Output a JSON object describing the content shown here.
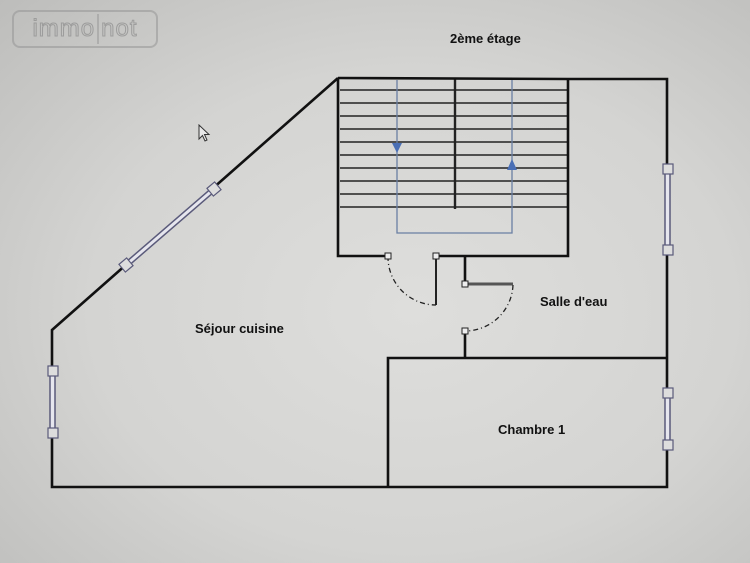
{
  "watermark": {
    "part1": "immo",
    "part2": "not"
  },
  "plan": {
    "title": "2ème étage",
    "rooms": [
      {
        "id": "sejour",
        "label": "Séjour cuisine"
      },
      {
        "id": "salle-eau",
        "label": "Salle d'eau"
      },
      {
        "id": "chambre-1",
        "label": "Chambre 1"
      }
    ],
    "staircase": {
      "steps_per_flight": 11,
      "flights": 2,
      "arrow_color": "#4a6fb5"
    },
    "colors": {
      "wall": "#111111",
      "window": "#5a5a7a",
      "door_arc": "#222222"
    }
  }
}
